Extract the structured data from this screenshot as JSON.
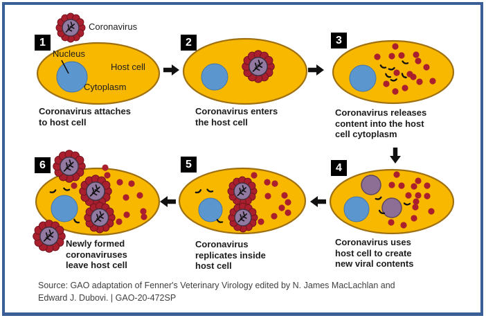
{
  "figure": {
    "virus_label": "Coronavirus",
    "cell_labels": {
      "nucleus": "Nucleus",
      "host_cell": "Host cell",
      "cytoplasm": "Cytoplasm"
    },
    "steps": [
      {
        "number": "1",
        "caption": "Coronavirus attaches\nto host cell"
      },
      {
        "number": "2",
        "caption": "Coronavirus enters\nthe host cell"
      },
      {
        "number": "3",
        "caption": "Coronavirus releases\ncontent into the host\ncell cytoplasm"
      },
      {
        "number": "4",
        "caption": "Coronavirus uses\nhost cell to create\nnew viral contents"
      },
      {
        "number": "5",
        "caption": "Coronavirus\nreplicates inside\nhost cell"
      },
      {
        "number": "6",
        "caption": "Newly formed\ncoronaviruses\nleave host cell"
      }
    ],
    "source": "Source: GAO adaptation of Fenner's Veterinary Virology edited by N. James MacLachlan and\nEdward J. Dubovi.  |  GAO-20-472SP",
    "colors": {
      "frame_border": "#3a5f96",
      "cell_fill": "#f9b800",
      "cell_stroke": "#9e7011",
      "nucleus": "#5b96ce",
      "virus_red": "#a91f2d",
      "virus_purple": "#9179a2",
      "content_dot": "#a91f2d"
    }
  }
}
